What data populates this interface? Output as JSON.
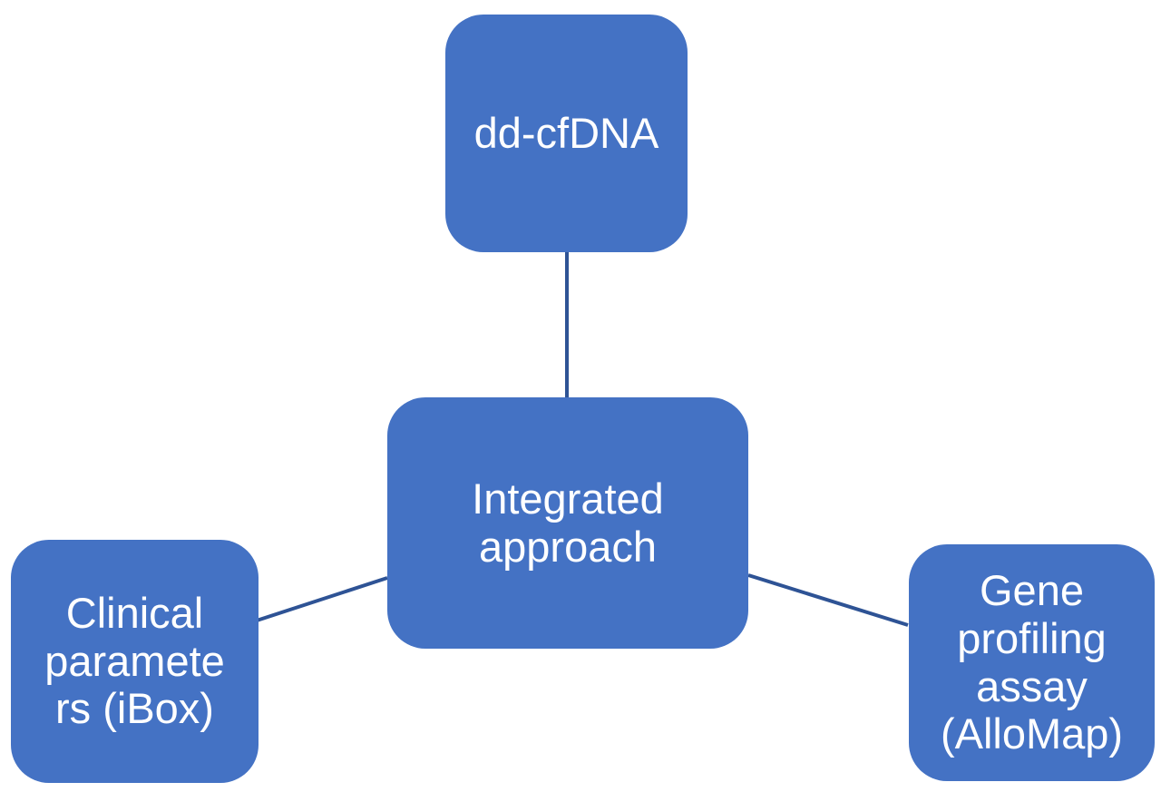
{
  "diagram": {
    "title": "Integrated approach diagram",
    "colors": {
      "node_fill": "#4472C4",
      "node_text": "#FFFFFF",
      "connector": "#2E5395",
      "background": "#FFFFFF"
    },
    "nodes": {
      "center": {
        "text": "Integrated approach",
        "lines": [
          "Integrated",
          "approach"
        ]
      },
      "top": {
        "text": "dd-cfDNA",
        "lines": [
          "dd-cfDNA"
        ]
      },
      "bottom_left": {
        "text": "Clinical parameters (iBox)",
        "lines": [
          "Clinical",
          "paramete",
          "rs (iBox)"
        ]
      },
      "bottom_right": {
        "text": "Gene profiling assay (AlloMap)",
        "lines": [
          "Gene",
          "profiling",
          "assay",
          "(AlloMap)"
        ]
      }
    },
    "connectors": [
      {
        "from": "top",
        "to": "center"
      },
      {
        "from": "center",
        "to": "bottom_left"
      },
      {
        "from": "center",
        "to": "bottom_right"
      }
    ]
  }
}
